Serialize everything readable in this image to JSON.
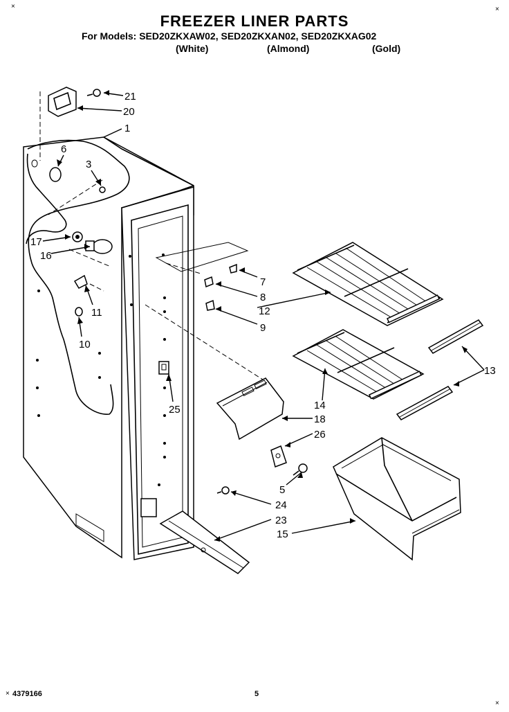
{
  "header": {
    "title": "FREEZER LINER PARTS",
    "models_line": "For Models: SED20ZKXAW02,  SED20ZKXAN02,  SED20ZKXAG02",
    "color_white": "(White)",
    "color_almond": "(Almond)",
    "color_gold": "(Gold)"
  },
  "corner_marks": {
    "top_left": "×",
    "top_right": "×",
    "bottom_left": "×",
    "bottom_right": "×"
  },
  "footer": {
    "doc_number": "4379166",
    "page_number": "5"
  },
  "callouts": [
    "21",
    "20",
    "1",
    "6",
    "3",
    "17",
    "16",
    "11",
    "10",
    "25",
    "7",
    "8",
    "12",
    "9",
    "13",
    "14",
    "18",
    "26",
    "5",
    "24",
    "23",
    "15"
  ]
}
